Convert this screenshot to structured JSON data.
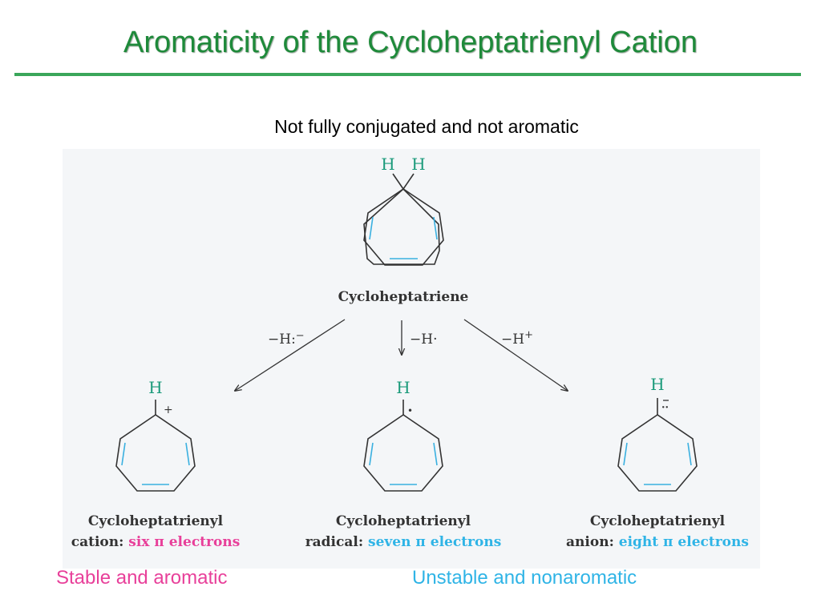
{
  "title": "Aromaticity of the Cycloheptatrienyl Cation",
  "subtitle": "Not fully conjugated and not aromatic",
  "colors": {
    "title": "#1e8a3a",
    "atom": "#1a9a7a",
    "double_bond": "#3ab0e0",
    "pink": "#e8409a",
    "blue": "#2fb4e6"
  },
  "parent": {
    "h_left": "H",
    "h_right": "H",
    "name": "Cycloheptatriene"
  },
  "arrows": {
    "left_label": "−H:",
    "left_sup": "−",
    "middle_label": "−H·",
    "right_label": "−H",
    "right_sup": "+"
  },
  "products": [
    {
      "h": "H",
      "mark": "+",
      "name_line1": "Cycloheptatrienyl",
      "kind": "cation:",
      "electrons": "six π electrons"
    },
    {
      "h": "H",
      "mark": "•",
      "name_line1": "Cycloheptatrienyl",
      "kind": "radical:",
      "electrons": "seven π electrons"
    },
    {
      "h": "H",
      "mark": "··",
      "name_line1": "Cycloheptatrienyl",
      "kind": "anion:",
      "electrons": "eight π electrons"
    }
  ],
  "footer": {
    "stable": "Stable and aromatic",
    "unstable": "Unstable and nonaromatic"
  }
}
